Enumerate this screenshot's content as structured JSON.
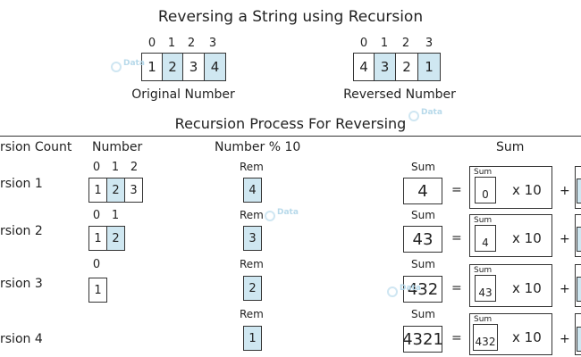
{
  "title": "Reversing a String using Recursion",
  "original": {
    "indices": [
      "0",
      "1",
      "2",
      "3"
    ],
    "digits": [
      "1",
      "2",
      "3",
      "4"
    ],
    "label": "Original Number"
  },
  "reversed": {
    "indices": [
      "0",
      "1",
      "2",
      "3"
    ],
    "digits": [
      "4",
      "3",
      "2",
      "1"
    ],
    "label": "Reversed Number"
  },
  "process_title": "Recursion Process For Reversing",
  "headers": {
    "count": "rsion Count",
    "number": "Number",
    "mod": "Number % 10",
    "sum": "Sum"
  },
  "rows": [
    {
      "label": "rsion 1",
      "indices": [
        "0",
        "1",
        "2"
      ],
      "digits": [
        "1",
        "2",
        "3"
      ],
      "rem_label": "Rem",
      "rem": "4",
      "sum_label": "Sum",
      "sum": "4",
      "eq": "=",
      "inner_label": "Sum",
      "inner": "0",
      "times": "x 10",
      "plus": "+"
    },
    {
      "label": "rsion 2",
      "indices": [
        "0",
        "1"
      ],
      "digits": [
        "1",
        "2"
      ],
      "rem_label": "Rem",
      "rem": "3",
      "sum_label": "Sum",
      "sum": "43",
      "eq": "=",
      "inner_label": "Sum",
      "inner": "4",
      "times": "x 10",
      "plus": "+"
    },
    {
      "label": "rsion 3",
      "indices": [
        "0"
      ],
      "digits": [
        "1"
      ],
      "rem_label": "Rem",
      "rem": "2",
      "sum_label": "Sum",
      "sum": "432",
      "eq": "=",
      "inner_label": "Sum",
      "inner": "43",
      "times": "x 10",
      "plus": "+"
    },
    {
      "label": "rsion 4",
      "indices": [],
      "digits": [],
      "rem_label": "Rem",
      "rem": "1",
      "sum_label": "Sum",
      "sum": "4321",
      "eq": "=",
      "inner_label": "Sum",
      "inner": "432",
      "times": "x 10",
      "plus": "+"
    }
  ],
  "watermark": "Data",
  "colors": {
    "highlight": "#cfe7f1",
    "border": "#333333"
  }
}
